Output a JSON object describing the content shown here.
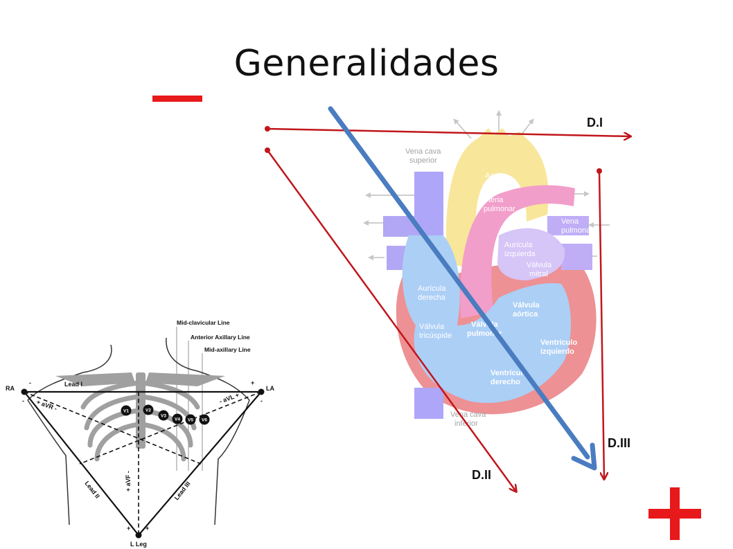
{
  "slide": {
    "title": "Generalidades",
    "minus_symbol": "—",
    "plus_symbol": "+"
  },
  "leads": {
    "d1": "D.I",
    "d2": "D.II",
    "d3": "D.III"
  },
  "heart_labels": {
    "vena_cava_superior": [
      "Vena cava",
      "superior"
    ],
    "aorta": "Aorta",
    "arteria_pulmonar": [
      "Arteria",
      "pulmonar"
    ],
    "vena_pulmonar": [
      "Vena",
      "pulmonar"
    ],
    "auricula_izquierda": [
      "Aurícula",
      "izquierda"
    ],
    "valvula_mitral": [
      "Válvula",
      "mitral"
    ],
    "auricula_derecha": [
      "Aurícula",
      "derecha"
    ],
    "valvula_aortica": [
      "Válvula",
      "aórtica"
    ],
    "valvula_tricuspide": [
      "Válvula",
      "tricúspide"
    ],
    "valvula_pulmonar": [
      "Válvula",
      "pulmonar"
    ],
    "ventriculo_izquierdo": [
      "Ventrículo",
      "izquierdo"
    ],
    "ventriculo_derecho": [
      "Ventrículo",
      "derecho"
    ],
    "vena_cava_inferior": [
      "Vena cava",
      "inferior"
    ]
  },
  "ecg_diagram": {
    "mid_clavicular": "Mid-clavicular Line",
    "anterior_axillary": "Anterior Axillary Line",
    "mid_axillary": "Mid-axillary Line",
    "ra": "RA",
    "la": "LA",
    "lead_i": "Lead I",
    "lead_ii": "Lead II",
    "lead_iii": "Lead III",
    "avr": "+ aVR -",
    "avl": "- aVL +",
    "avf": "+ aVF -",
    "l_leg": "L Leg",
    "chest_leads": [
      "V1",
      "V2",
      "V3",
      "V4",
      "V5",
      "V6"
    ],
    "minus": "-",
    "plus": "+"
  },
  "colors": {
    "lead_line": "#c0161b",
    "axis_arrow": "#4a7cc0",
    "sign": "#e8191b"
  }
}
